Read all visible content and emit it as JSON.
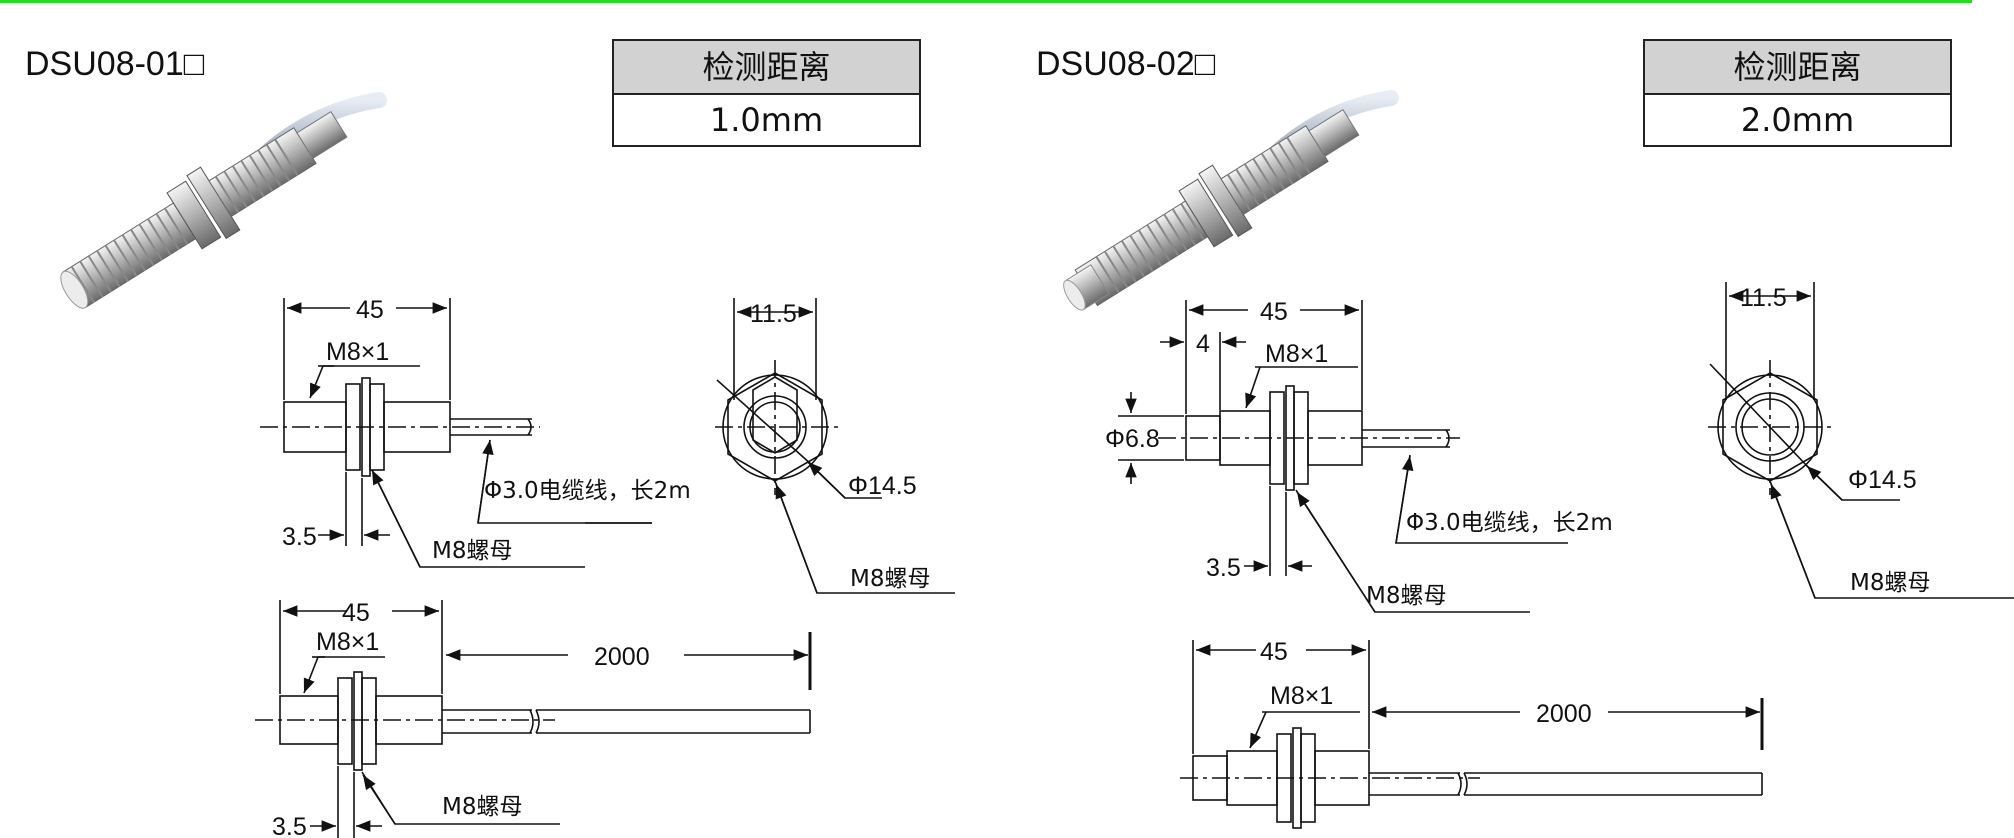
{
  "colors": {
    "accent_line": "#22dd22",
    "header_fill": "#d2d2d2"
  },
  "left": {
    "model": "DSU08-01□",
    "spec_header": "检测距离",
    "spec_value": "1.0mm",
    "dims": {
      "len45_top": "45",
      "thread_top": "M8×1",
      "width_front": "11.5",
      "nut_front": "Φ14.5",
      "nut_thk": "3.5",
      "nut_bottom_label": "M8螺母",
      "cable": "Φ3.0电缆线，长2m",
      "nut_front_label": "M8螺母",
      "len45_bot": "45",
      "thread_bot": "M8×1",
      "cable_len": "2000",
      "nut_thk_bot": "3.5",
      "nut_label_bot": "M8螺母"
    }
  },
  "right": {
    "model": "DSU08-02□",
    "spec_header": "检测距离",
    "spec_value": "2.0mm",
    "dims": {
      "len45_top": "45",
      "len4": "4",
      "thread_top": "M8×1",
      "dia_head": "Φ6.8",
      "width_front": "11.5",
      "nut_front": "Φ14.5",
      "cable": "Φ3.0电缆线，长2m",
      "nut_thk": "3.5",
      "nut_bottom_label": "M8螺母",
      "nut_front_label": "M8螺母",
      "len45_bot": "45",
      "thread_bot": "M8×1",
      "cable_len": "2000"
    }
  }
}
